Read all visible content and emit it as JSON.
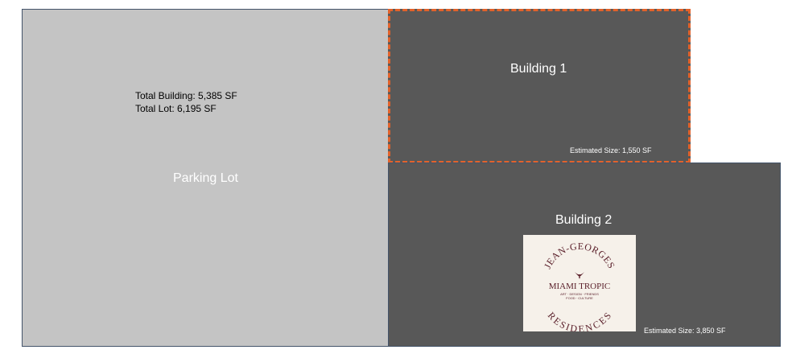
{
  "parking_lot": {
    "label": "Parking Lot",
    "total_building": "Total Building: 5,385 SF",
    "total_lot": "Total Lot: 6,195 SF"
  },
  "building_1": {
    "label": "Building 1",
    "estimated_size": "Estimated Size: 1,550 SF"
  },
  "building_2": {
    "label": "Building 2",
    "estimated_size": "Estimated Size: 3,850 SF"
  },
  "logo": {
    "top_arc": "JEAN-GEORGES",
    "middle": "MIAMI TROPIC",
    "tagline_1": "ART · DESIGN · FRIENDS",
    "tagline_2": "FOOD · CULTURE",
    "bottom_arc": "RESIDENCES",
    "icon": "bird-icon"
  },
  "colors": {
    "parking_fill": "#c4c4c4",
    "building_fill": "#585858",
    "highlight_border": "#e3622a",
    "logo_text": "#5a1f2a",
    "logo_bg": "#f6f1ea"
  }
}
